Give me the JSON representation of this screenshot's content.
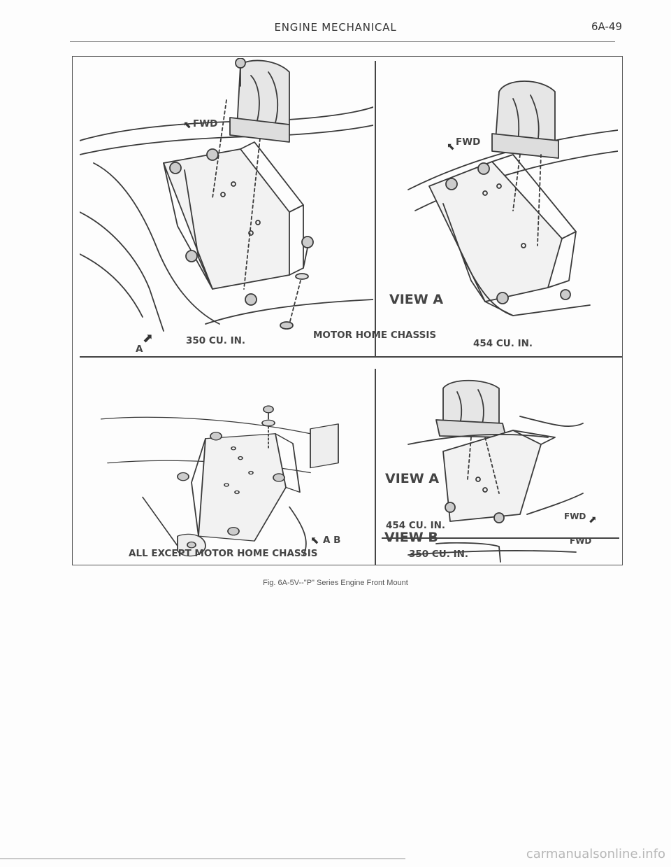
{
  "header": {
    "title": "ENGINE MECHANICAL",
    "page_number": "6A-49"
  },
  "panels": {
    "top_left": {
      "fwd": "FWD",
      "view_marker": "A",
      "engine": "350 CU. IN.",
      "chassis": "MOTOR HOME CHASSIS"
    },
    "top_right": {
      "fwd": "FWD",
      "view": "VIEW A",
      "engine": "454 CU. IN."
    },
    "bottom_left": {
      "markers": "A B",
      "chassis": "ALL EXCEPT MOTOR HOME CHASSIS"
    },
    "bottom_right_a": {
      "view": "VIEW A",
      "engine": "454 CU. IN.",
      "fwd": "FWD"
    },
    "bottom_right_b": {
      "view": "VIEW B",
      "engine": "350 CU. IN.",
      "fwd": "FWD"
    }
  },
  "caption": "Fig. 6A-5V--\"P\" Series Engine Front Mount",
  "watermark": "carmanualsonline.info"
}
